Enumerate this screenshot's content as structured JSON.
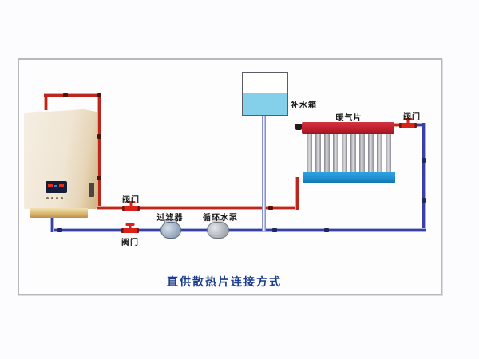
{
  "title": "直供散热片连接方式",
  "components": {
    "tank_label": "补水箱",
    "radiator_label": "暖气片",
    "valve_label_radiator": "阀门",
    "valve_label_supply": "阀门",
    "valve_label_return": "阀门",
    "filter_label": "过滤器",
    "pump_label": "循环水泵"
  },
  "radiator": {
    "tube_count": 10
  },
  "colors": {
    "background": "#fcfbfd",
    "frame-border": "#b9b6be",
    "pipe-red-core": "#bb271c",
    "pipe-red-edge": "#eca294",
    "pipe-blue-core": "#3a3fa6",
    "pipe-blue-edge": "#aab3dc",
    "valve-red": "#d92218",
    "radiator-hot": "#c0202e",
    "radiator-cold": "#1e8fd0",
    "water": "#84cfe9",
    "boiler-base": "#d3ab62",
    "title-navy": "#1b3c8d",
    "label-black": "#141414"
  }
}
